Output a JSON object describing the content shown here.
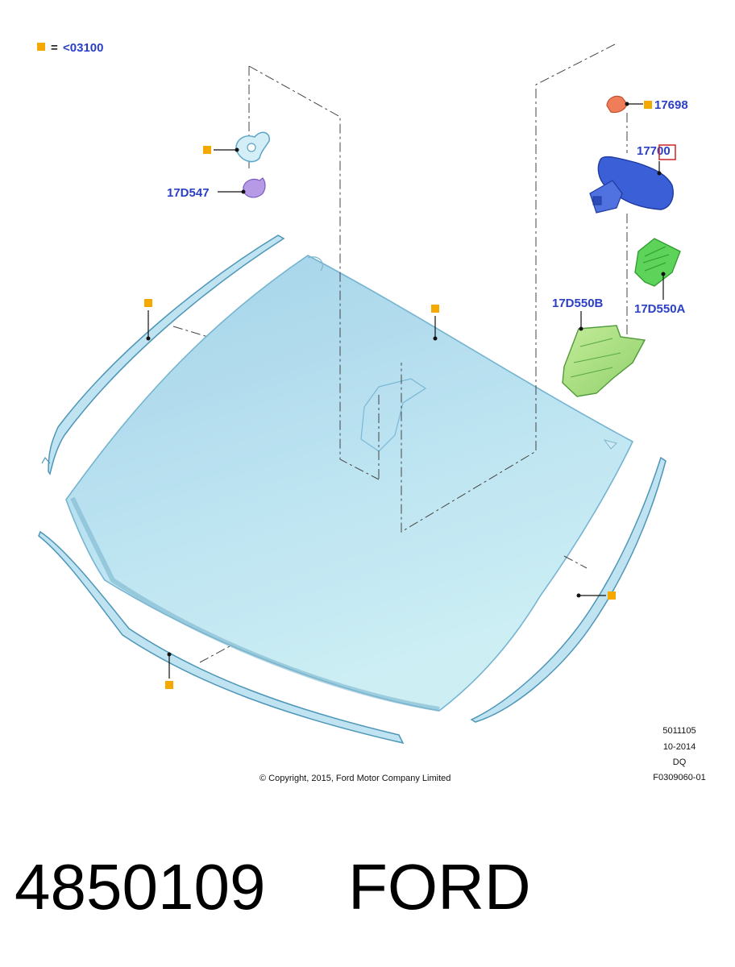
{
  "legend": {
    "equals": "=",
    "code": "<03100"
  },
  "callouts": {
    "c17698": "17698",
    "c17700": "17700",
    "c17D547": "17D547",
    "c17D550B": "17D550B",
    "c17D550A": "17D550A"
  },
  "drawing_info": {
    "line1": "5011105",
    "line2": "10-2014",
    "line3": "DQ",
    "line4": "F0309060-01"
  },
  "copyright": "© Copyright, 2015, Ford Motor Company Limited",
  "caption": {
    "part_number": "4850109",
    "brand": "FORD"
  },
  "colors": {
    "marker": "#f5a800",
    "callout_text": "#2b3fc4",
    "glass": "#a9dcef",
    "mirror": "#3a5fd6",
    "cover": "#7ed97a",
    "sensor": "#f07d5a",
    "clip": "#a98be0"
  }
}
